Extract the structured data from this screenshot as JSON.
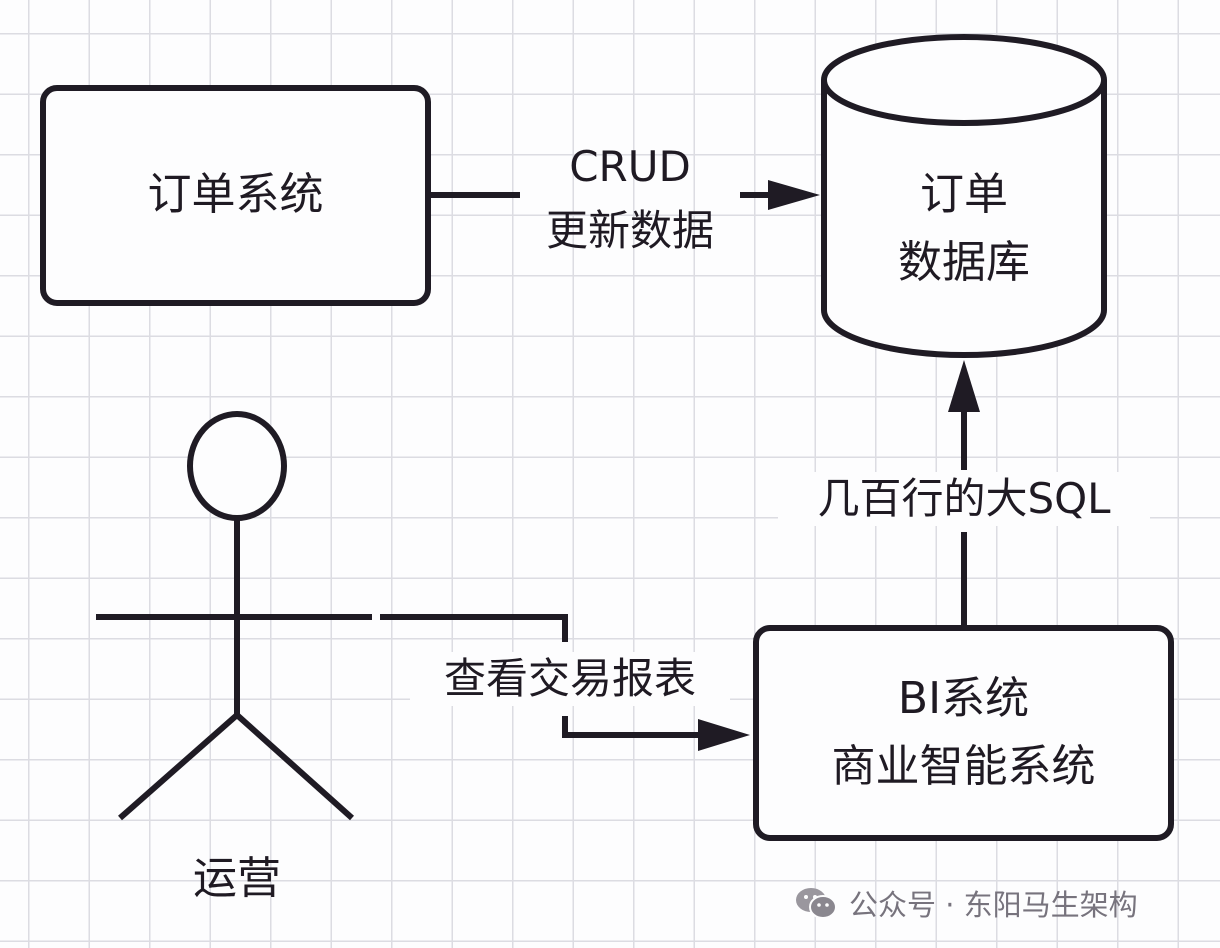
{
  "nodes": {
    "order_system": {
      "label": "订单系统"
    },
    "order_db": {
      "line1": "订单",
      "line2": "数据库"
    },
    "bi_system": {
      "line1": "BI系统",
      "line2": "商业智能系统"
    },
    "actor": {
      "label": "运营"
    }
  },
  "edges": {
    "crud": {
      "line1": "CRUD",
      "line2": "更新数据"
    },
    "big_sql": {
      "label": "几百行的大SQL"
    },
    "view_report": {
      "label": "查看交易报表"
    }
  },
  "watermark": {
    "text": "公众号 · 东阳马生架构",
    "icon": "wechat-icon"
  },
  "colors": {
    "stroke": "#1f1b24",
    "grid": "#dcdce2",
    "background": "#fdfdfe"
  }
}
